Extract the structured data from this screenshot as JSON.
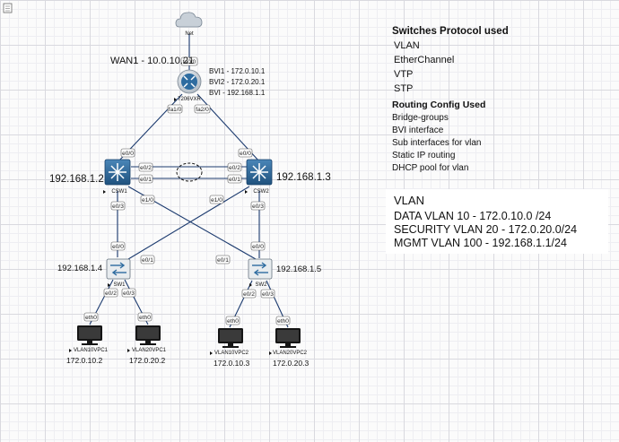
{
  "nodes": {
    "net": "Net",
    "router": "7206VXR",
    "csw1": "CSW1",
    "csw2": "CSW2",
    "sw1": "SW1",
    "sw2": "SW2",
    "pc1": "VLAN10VPC1",
    "pc2": "VLAN20VPC1",
    "pc3": "VLAN10VPC2",
    "pc4": "VLAN20VPC2"
  },
  "ports": {
    "net_fa0": "fa0/0",
    "r_fa0": "fa0/0",
    "r_fa10": "fa1/0",
    "r_fa20": "fa2/0",
    "c1_e00": "e0/0",
    "c1_e02": "e0/2",
    "c1_e01": "e0/1",
    "c1_e03": "e0/3",
    "c1_e10": "e1/0",
    "c2_e00": "e0/0",
    "c2_e02": "e0/2",
    "c2_e01": "e0/1",
    "c2_e10": "e1/0",
    "c2_e03": "e0/3",
    "s1_e00": "e0/0",
    "s1_e01": "e0/1",
    "s1_e02": "e0/2",
    "s1_e03": "e0/3",
    "s2_e00": "e0/0",
    "s2_e01": "e0/1",
    "s2_e02": "e0/2",
    "s2_e03": "e0/3",
    "pc1_eth0": "eth0",
    "pc2_eth0": "eth0",
    "pc3_eth0": "eth0",
    "pc4_eth0": "eth0"
  },
  "labels": {
    "wan": "WAN1 - 10.0.10.21",
    "bvi1": "BVI1 - 172.0.10.1",
    "bvi2": "BVI2 - 172.0.20.1",
    "bvi": "BVI - 192.168.1.1",
    "csw1_ip": "192.168.1.2",
    "csw2_ip": "192.168.1.3",
    "sw1_ip": "192.168.1.4",
    "sw2_ip": "192.168.1.5",
    "pc1_ip": "172.0.10.2",
    "pc2_ip": "172.0.20.2",
    "pc3_ip": "172.0.10.3",
    "pc4_ip": "172.0.20.3"
  },
  "switch_protocols": {
    "title": "Switches Protocol used",
    "items": [
      "VLAN",
      "EtherChannel",
      "VTP",
      "STP"
    ]
  },
  "routing_config": {
    "title": "Routing Config Used",
    "items": [
      "Bridge-groups",
      "BVI interface",
      "Sub interfaces for vlan",
      "Static IP routing",
      "DHCP pool for vlan"
    ]
  },
  "vlan": {
    "title": "VLAN",
    "items": [
      "DATA VLAN 10 - 172.0.10.0 /24",
      "SECURITY VLAN 20 - 172.0.20.0/24",
      "MGMT VLAN 100 - 192.168.1.1/24"
    ]
  },
  "colors": {
    "line": "#1c3b6f",
    "device_blue": "#2e6ca0",
    "switch_grey": "#e8ecef",
    "cloud": "#c8d0d8"
  },
  "icons": {
    "cloud": "cloud-icon",
    "router": "router-icon",
    "l3_switch": "multilayer-switch-icon",
    "l2_switch": "switch-icon",
    "pc": "monitor-icon",
    "corner": "page-icon"
  }
}
